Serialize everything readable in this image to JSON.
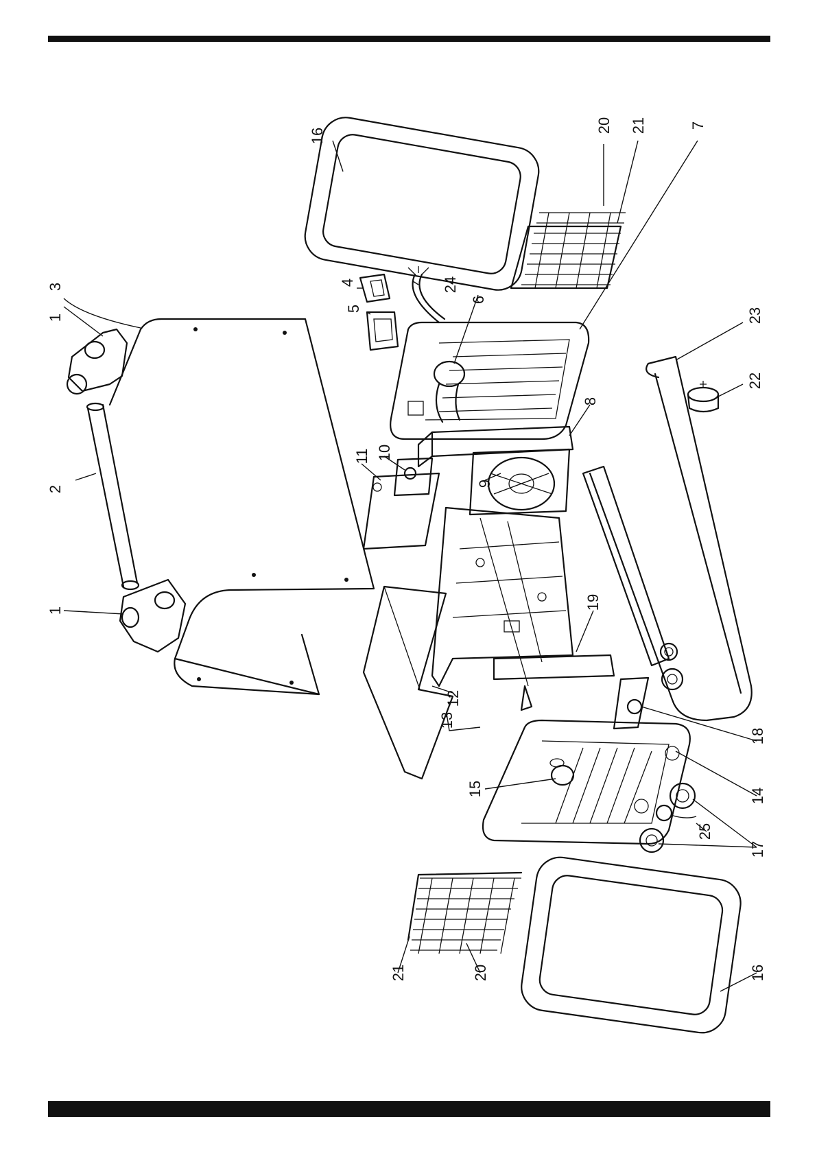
{
  "part_labels": [
    "1",
    "2",
    "3",
    "1",
    "4",
    "5",
    "6",
    "24",
    "16",
    "20",
    "21",
    "7",
    "23",
    "22",
    "8",
    "9",
    "10",
    "11",
    "12",
    "13",
    "19",
    "18",
    "14",
    "15",
    "17",
    "25",
    "16",
    "20",
    "21"
  ]
}
